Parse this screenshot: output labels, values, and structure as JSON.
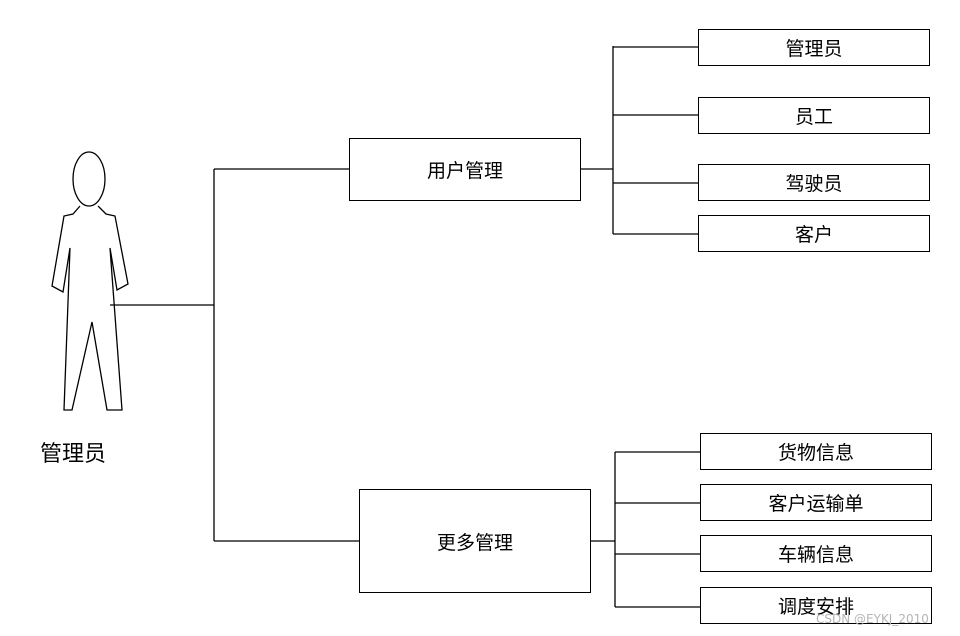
{
  "actor": {
    "label": "管理员"
  },
  "groups": [
    {
      "label": "用户管理",
      "children": [
        "管理员",
        "员工",
        "驾驶员",
        "客户"
      ]
    },
    {
      "label": "更多管理",
      "children": [
        "货物信息",
        "客户运输单",
        "车辆信息",
        "调度安排"
      ]
    }
  ],
  "watermark": "CSDN @EYKJ_2010"
}
